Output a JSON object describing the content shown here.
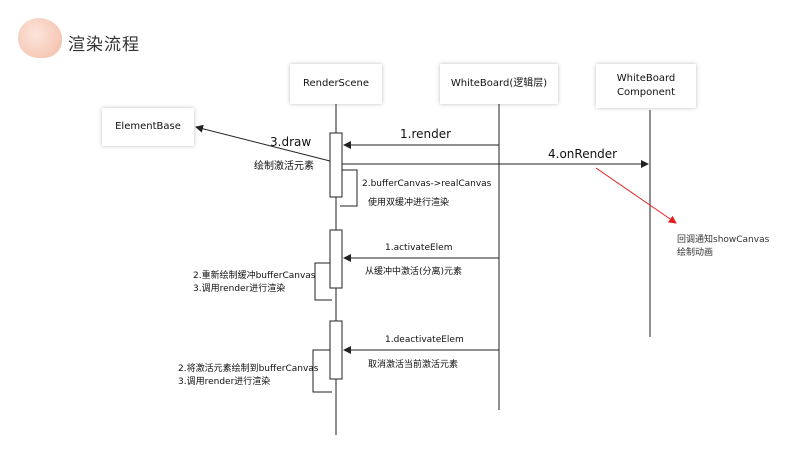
{
  "header": {
    "title": "渲染流程"
  },
  "participants": {
    "element_base": "ElementBase",
    "render_scene": "RenderScene",
    "whiteboard": "WhiteBoard(逻辑层)",
    "whiteboard_component_line1": "WhiteBoard",
    "whiteboard_component_line2": "Component"
  },
  "messages": {
    "render": "1.render",
    "draw": "3.draw",
    "draw_note": "绘制激活元素",
    "on_render": "4.onRender",
    "buffer_to_real": "2.bufferCanvas->realCanvas",
    "buffer_note": "使用双缓冲进行渲染",
    "activate": "1.activateElem",
    "activate_note": "从缓冲中激活(分离)元素",
    "activate_self_1": "2.重新绘制缓冲bufferCanvas",
    "activate_self_2": "3.调用render进行渲染",
    "deactivate": "1.deactivateElem",
    "deactivate_note": "取消激活当前激活元素",
    "deactivate_self_1": "2.将激活元素绘制到bufferCanvas",
    "deactivate_self_2": "3.调用render进行渲染"
  },
  "annotation": {
    "line1": "回调通知showCanvas",
    "line2": "绘制动画",
    "arrow_color": "#e02020"
  }
}
